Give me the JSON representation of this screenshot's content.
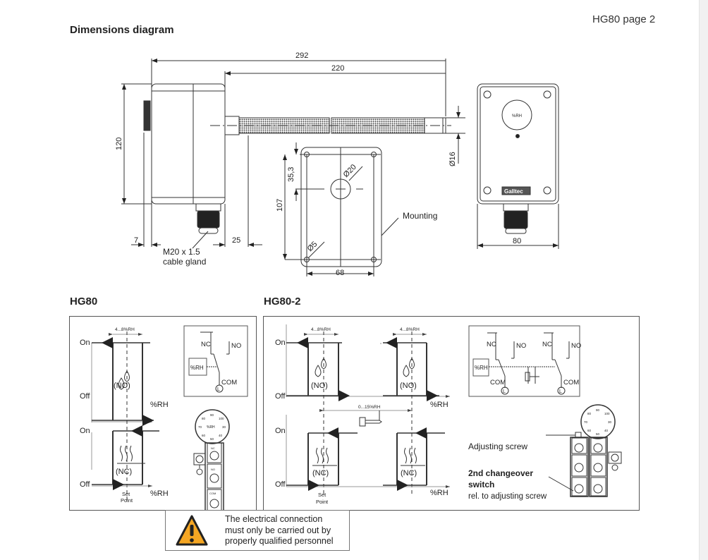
{
  "page": {
    "label": "HG80 page 2"
  },
  "sections": {
    "dimensions_title": "Dimensions diagram",
    "hg80_title": "HG80",
    "hg80_2_title": "HG80-2"
  },
  "dimensions": {
    "overall_length": "292",
    "probe_length": "220",
    "height": "120",
    "knob_offset": "7",
    "probe_offset": "25",
    "cable_gland_line1": "M20 x 1.5",
    "cable_gland_line2": "cable gland",
    "probe_diameter": "Ø16",
    "mount_height": "107",
    "mount_hole_offset": "35,3",
    "mount_center_hole": "Ø20",
    "mount_screw_hole": "Ø5",
    "mount_width": "68",
    "mounting_label": "Mounting",
    "front_width": "80",
    "brand": "Galltec",
    "front_dial_label": "%RH"
  },
  "hg80": {
    "on": "On",
    "off": "Off",
    "hysteresis": "4...8%RH",
    "no_label": "(NO)",
    "nc_label": "(NC)",
    "axis_label": "%RH",
    "set_point_1": "Set",
    "set_point_2": "Point",
    "schematic": {
      "nc": "NC",
      "no": "NO",
      "sensor": "%RH",
      "com": "COM",
      "l": "L"
    },
    "terminal": {
      "dial": "%RH",
      "nc": "NC",
      "no": "NO",
      "com": "COM",
      "ticks": [
        "90",
        "100",
        "30",
        "40",
        "50",
        "60",
        "70",
        "80"
      ]
    }
  },
  "hg80_2": {
    "on": "On",
    "off": "Off",
    "hysteresis": "4...8%RH",
    "offset": "0...15%RH",
    "no_label": "(NO)",
    "nc_label": "(NC)",
    "axis_label": "%RH",
    "set_point_1": "Set",
    "set_point_2": "Point",
    "schematic": {
      "nc": "NC",
      "no": "NO",
      "sensor": "%RH",
      "com": "COM",
      "l": "L"
    },
    "adjusting_screw": "Adjusting screw",
    "second_switch_1": "2nd changeover",
    "second_switch_2": "switch",
    "second_switch_3": "rel. to adjusting screw"
  },
  "warning": {
    "line1": "The electrical connection",
    "line2": "must only be carried out by",
    "line3": "properly qualified personnel",
    "color": "#f5a623"
  }
}
